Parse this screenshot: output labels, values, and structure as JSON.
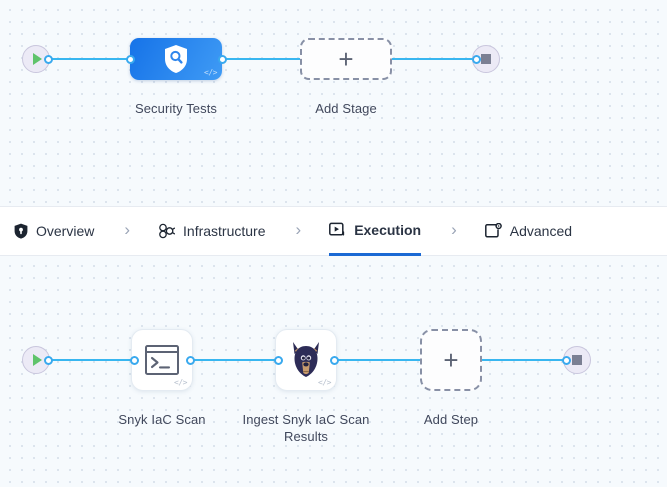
{
  "stage_pipeline": {
    "start_node": {
      "icon": "play-icon",
      "name": "pipeline-start"
    },
    "end_node": {
      "icon": "stop-icon",
      "name": "pipeline-end"
    },
    "nodes": [
      {
        "id": "security-tests",
        "label": "Security Tests",
        "icon": "shield-search-icon",
        "badge": "</>",
        "type": "stage"
      },
      {
        "id": "add-stage",
        "label": "Add Stage",
        "icon": "plus-icon",
        "type": "add"
      }
    ]
  },
  "tabs": [
    {
      "id": "overview",
      "label": "Overview",
      "icon": "shield-icon",
      "active": false
    },
    {
      "id": "infrastructure",
      "label": "Infrastructure",
      "icon": "cluster-nodes-icon",
      "active": false
    },
    {
      "id": "execution",
      "label": "Execution",
      "icon": "play-box-icon",
      "active": true
    },
    {
      "id": "advanced",
      "label": "Advanced",
      "icon": "window-gear-icon",
      "active": false
    }
  ],
  "tab_separator": "›",
  "step_pipeline": {
    "start_node": {
      "icon": "play-icon",
      "name": "pipeline-start"
    },
    "end_node": {
      "icon": "stop-icon",
      "name": "pipeline-end"
    },
    "nodes": [
      {
        "id": "snyk-iac-scan",
        "label": "Snyk IaC Scan",
        "icon": "terminal-icon",
        "badge": "</>",
        "type": "step"
      },
      {
        "id": "ingest-snyk-iac-scan-results",
        "label": "Ingest Snyk IaC Scan Results",
        "icon": "snyk-doberman-icon",
        "badge": "</>",
        "type": "step"
      },
      {
        "id": "add-step",
        "label": "Add Step",
        "icon": "plus-icon",
        "type": "add"
      }
    ]
  },
  "colors": {
    "accent_blue": "#1a69d4",
    "wire_blue": "#38b6f0",
    "stage_gradient_start": "#1673e8",
    "stage_gradient_end": "#3f9bf5",
    "canvas_bg": "#f6fafd",
    "play_green": "#5fc36b",
    "stop_gray": "#7b7f93"
  }
}
